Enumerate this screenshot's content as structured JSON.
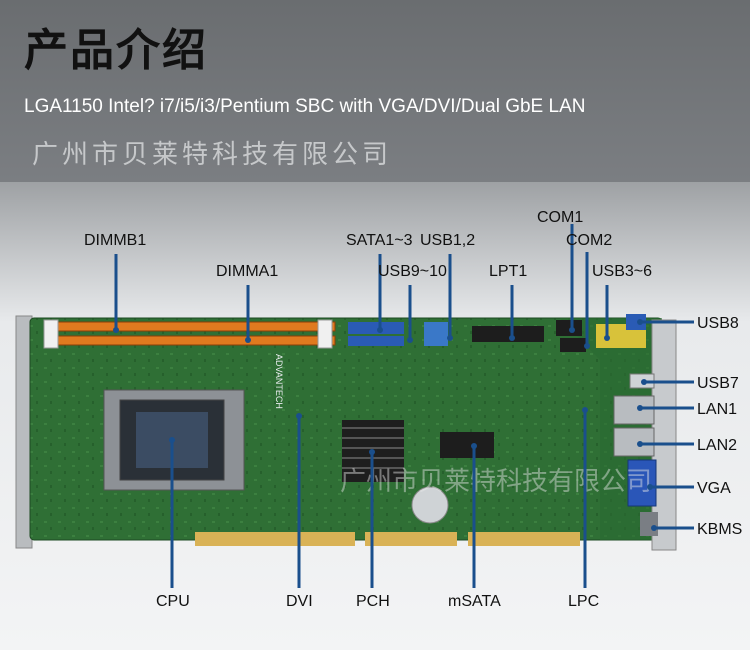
{
  "header": {
    "title": "产品介绍",
    "subtitle": "LGA1150 Intel? i7/i5/i3/Pentium SBC with VGA/DVI/Dual GbE LAN",
    "company": "广州市贝莱特科技有限公司"
  },
  "board": {
    "silkscreen": "ADVANTECH",
    "watermark": "广州市贝莱特科技有限公司",
    "labels": {
      "dimmb1": "DIMMB1",
      "dimma1": "DIMMA1",
      "sata": "SATA1~3",
      "usb12": "USB1,2",
      "usb910": "USB9~10",
      "lpt1": "LPT1",
      "com1": "COM1",
      "com2": "COM2",
      "usb36": "USB3~6",
      "usb8": "USB8",
      "usb7": "USB7",
      "lan1": "LAN1",
      "lan2": "LAN2",
      "vga": "VGA",
      "kbms": "KBMS",
      "cpu": "CPU",
      "dvi": "DVI",
      "pch": "PCH",
      "msata": "mSATA",
      "lpc": "LPC"
    }
  },
  "colors": {
    "pcb": "#2f6f35",
    "dimm": "#e07a1f",
    "sata": "#2a5bb5",
    "callout": "#1a4f8c"
  }
}
